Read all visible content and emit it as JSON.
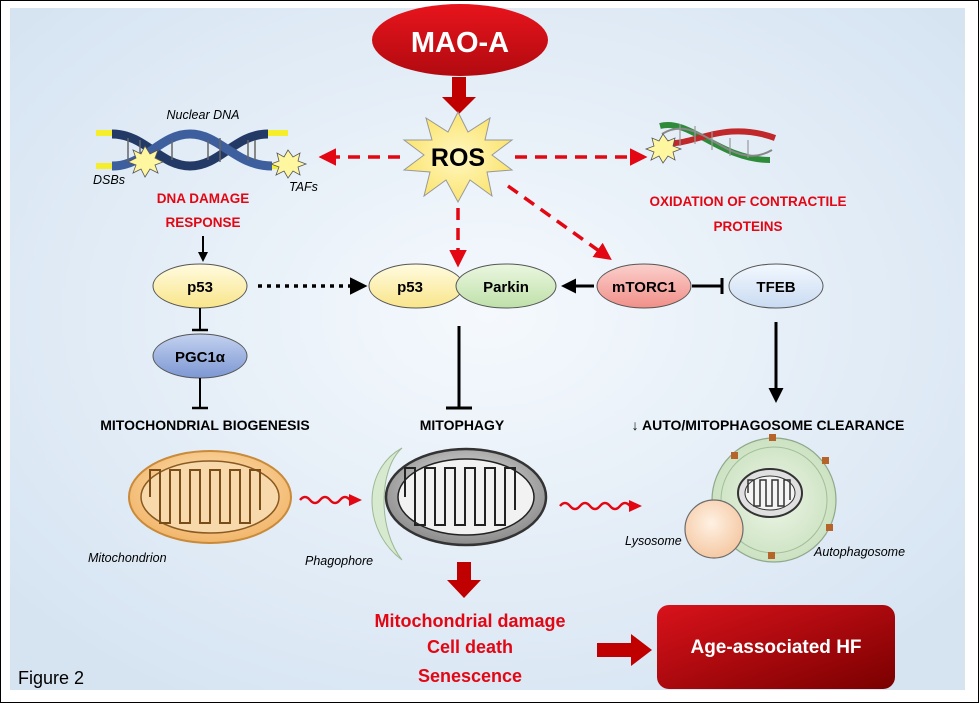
{
  "figure_label": "Figure 2",
  "nodes": {
    "mao_a": "MAO-A",
    "ros": "ROS",
    "nuclear_dna": "Nuclear DNA",
    "dsbs": "DSBs",
    "tafs": "TAFs",
    "dna_damage_response_line1": "DNA DAMAGE",
    "dna_damage_response_line2": "RESPONSE",
    "oxidation_line1": "OXIDATION OF CONTRACTILE",
    "oxidation_line2": "PROTEINS",
    "p53_left": "p53",
    "pgc1a": "PGC1α",
    "p53_center": "p53",
    "parkin": "Parkin",
    "mtorc1": "mTORC1",
    "tfeb": "TFEB",
    "mito_biogenesis": "MITOCHONDRIAL BIOGENESIS",
    "mitophagy": "MITOPHAGY",
    "clearance": "↓ AUTO/MITOPHAGOSOME CLEARANCE",
    "mitochondrion": "Mitochondrion",
    "phagophore": "Phagophore",
    "lysosome": "Lysosome",
    "autophagosome": "Autophagosome",
    "outcome_1": "Mitochondrial damage",
    "outcome_2": "Cell death",
    "outcome_3": "Senescence",
    "age_hf": "Age-associated HF"
  },
  "colors": {
    "red": "#e30613",
    "dark_red": "#a00000",
    "background_panel": "#dde9f5",
    "yellow_node": "#fff2a8",
    "green_node": "#cfeac0",
    "blue_node": "#8fa6d9",
    "pink_node": "#f7a6a2",
    "light_blue_node": "#d8e6f7"
  }
}
